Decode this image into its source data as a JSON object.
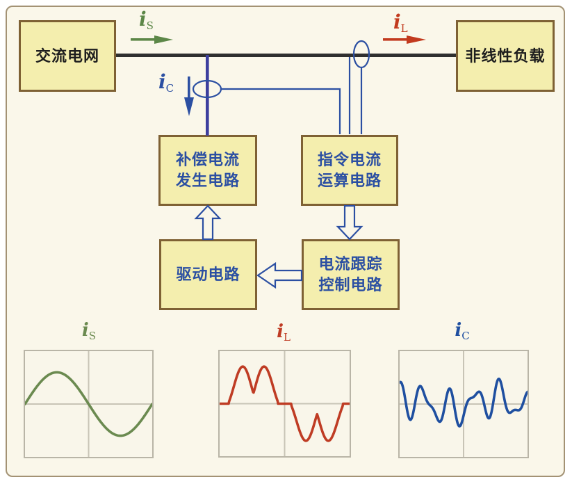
{
  "panel": {
    "background": "#faf7ea",
    "border_color": "#a39274"
  },
  "blocks": {
    "ac_grid": {
      "label": "交流电网"
    },
    "nonlinear_load": {
      "label": "非线性负载"
    },
    "comp_gen": {
      "line1": "补偿电流",
      "line2": "发生电路"
    },
    "cmd_calc": {
      "line1": "指令电流",
      "line2": "运算电路"
    },
    "drive": {
      "label": "驱动电路"
    },
    "track_ctrl": {
      "line1": "电流跟踪",
      "line2": "控制电路"
    }
  },
  "currents": {
    "source": {
      "symbol": "i",
      "sub": "S",
      "color": "#5c8747"
    },
    "load": {
      "symbol": "i",
      "sub": "L",
      "color": "#c23a1e"
    },
    "comp": {
      "symbol": "i",
      "sub": "C",
      "color": "#2b4fa2"
    }
  },
  "wires": {
    "bus_color": "#2f2f2f",
    "signal_color": "#2b4fa2",
    "comp_line_color": "#3d3f9e",
    "hollow_arrow_fill": "#faf7ea"
  },
  "scopes": [
    {
      "symbol": "i",
      "sub": "S",
      "color": "#6b8a50",
      "wave": "sine",
      "amplitude": 0.6
    },
    {
      "symbol": "i",
      "sub": "L",
      "color": "#bf3c24",
      "wave": "rectifier",
      "amplitude": 0.75
    },
    {
      "symbol": "i",
      "sub": "C",
      "color": "#1f4fa0",
      "wave": "ripple",
      "amplitude": 0.5
    }
  ],
  "scope_style": {
    "border": "#b9b5a7",
    "grid": "#c8c4b6",
    "background": "#f9f6ea"
  }
}
